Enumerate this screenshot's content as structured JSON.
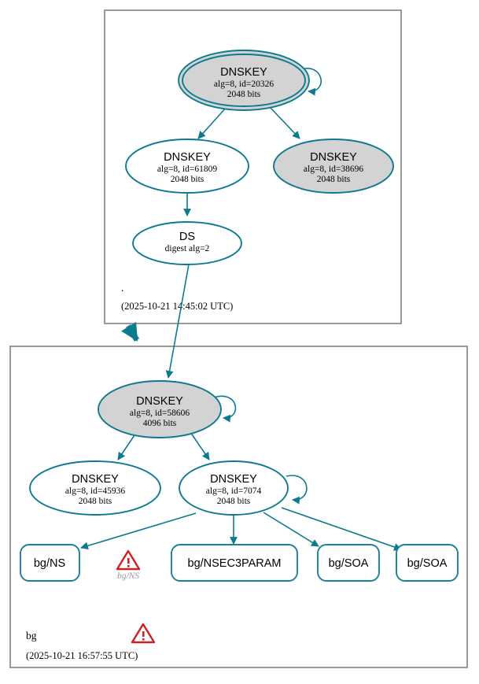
{
  "diagram": {
    "title": "DNSSEC authentication chain",
    "colors": {
      "node_stroke": "#0d7b8f",
      "node_fill_secure": "#d3d3d3",
      "node_fill_plain": "#ffffff",
      "zone_border": "#808080",
      "warning": "#cc2222",
      "warning_label": "#999999"
    }
  },
  "zones": [
    {
      "id": "root",
      "name": ".",
      "timestamp": "(2025-10-21 14:45:02 UTC)",
      "nodes": [
        {
          "id": "root-ksk",
          "shape": "doubleellipse",
          "fill": "gray",
          "line1": "DNSKEY",
          "line2": "alg=8, id=20326",
          "line3": "2048 bits",
          "self_signed": true
        },
        {
          "id": "root-zsk-61809",
          "shape": "ellipse",
          "fill": "white",
          "line1": "DNSKEY",
          "line2": "alg=8, id=61809",
          "line3": "2048 bits",
          "self_signed": false
        },
        {
          "id": "root-zsk-38696",
          "shape": "ellipse",
          "fill": "gray",
          "line1": "DNSKEY",
          "line2": "alg=8, id=38696",
          "line3": "2048 bits",
          "self_signed": false
        },
        {
          "id": "root-ds",
          "shape": "ellipse",
          "fill": "white",
          "line1": "DS",
          "line2": "digest alg=2",
          "line3": "",
          "self_signed": false
        }
      ]
    },
    {
      "id": "bg",
      "name": "bg",
      "timestamp": "(2025-10-21 16:57:55 UTC)",
      "has_warning": true,
      "nodes": [
        {
          "id": "bg-ksk-58606",
          "shape": "ellipse",
          "fill": "gray",
          "line1": "DNSKEY",
          "line2": "alg=8, id=58606",
          "line3": "4096 bits",
          "self_signed": true
        },
        {
          "id": "bg-zsk-45936",
          "shape": "ellipse",
          "fill": "white",
          "line1": "DNSKEY",
          "line2": "alg=8, id=45936",
          "line3": "2048 bits",
          "self_signed": false
        },
        {
          "id": "bg-zsk-7074",
          "shape": "ellipse",
          "fill": "white",
          "line1": "DNSKEY",
          "line2": "alg=8, id=7074",
          "line3": "2048 bits",
          "self_signed": true
        }
      ],
      "rrsets": [
        {
          "id": "bg-ns",
          "label": "bg/NS"
        },
        {
          "id": "bg-nsec3param",
          "label": "bg/NSEC3PARAM"
        },
        {
          "id": "bg-soa-1",
          "label": "bg/SOA"
        },
        {
          "id": "bg-soa-2",
          "label": "bg/SOA"
        }
      ],
      "warnings": [
        {
          "id": "warn-bg-ns",
          "label": "bg/NS",
          "icon": "warning-triangle-icon"
        },
        {
          "id": "warn-bg-zone",
          "label": "",
          "icon": "warning-triangle-icon"
        }
      ]
    }
  ]
}
